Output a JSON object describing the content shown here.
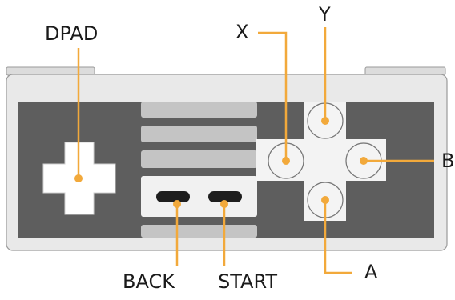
{
  "labels": {
    "dpad": "DPAD",
    "x": "X",
    "y": "Y",
    "a": "A",
    "b": "B",
    "back": "BACK",
    "start": "START"
  },
  "colors": {
    "shell_light": "#e9e9e9",
    "shell_outline": "#9a9a9a",
    "top_tab": "#dcdcdc",
    "panel_dark": "#5e5e5e",
    "center_stripe": "#c4c4c4",
    "button_plate": "#f1f1f1",
    "pill": "#1e1e1e",
    "face_plate": "#f3f3f3",
    "face_button": "#f4f4f4",
    "callout_line": "#f2a93b",
    "callout_dot": "#f2a93b",
    "text": "#1a1a1a"
  }
}
